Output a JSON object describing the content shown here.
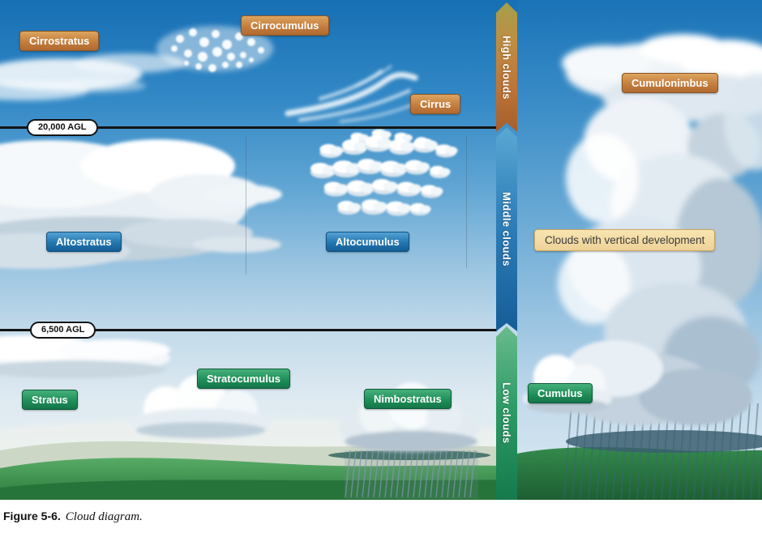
{
  "diagram": {
    "altitude_lines": [
      {
        "label": "20,000 AGL"
      },
      {
        "label": "6,500 AGL"
      }
    ],
    "bands": {
      "high": {
        "label": "High clouds",
        "color": "#bd7538"
      },
      "middle": {
        "label": "Middle clouds",
        "color": "#2f7fb9"
      },
      "low": {
        "label": "Low clouds",
        "color": "#2f9c67"
      }
    },
    "cloud_labels": {
      "cirrostratus": "Cirrostratus",
      "cirrocumulus": "Cirrocumulus",
      "cirrus": "Cirrus",
      "altostratus": "Altostratus",
      "altocumulus": "Altocumulus",
      "stratus": "Stratus",
      "stratocumulus": "Stratocumulus",
      "nimbostratus": "Nimbostratus",
      "cumulus": "Cumulus",
      "cumulonimbus": "Cumulonimbus",
      "vertical_development": "Clouds with vertical development"
    },
    "badge_colors": {
      "high_group": "#c57e3d",
      "middle_group": "#2476ae",
      "low_group": "#1f8f59",
      "vertical_development": "#eed298"
    }
  },
  "caption": {
    "figure_number": "Figure 5-6.",
    "figure_title": "Cloud diagram."
  }
}
